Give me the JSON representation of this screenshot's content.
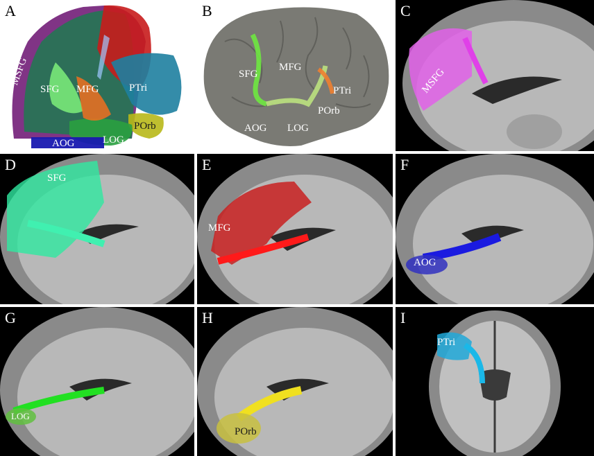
{
  "figure": {
    "background_color": "#000000",
    "panels": [
      {
        "id": "A",
        "letter": "A",
        "view": "3d-tracts-rendering",
        "regions": [
          "MSFG",
          "SFG",
          "MFG",
          "PTri",
          "POrb",
          "AOG",
          "LOG"
        ]
      },
      {
        "id": "B",
        "letter": "B",
        "view": "cortical-surface",
        "regions": [
          "SFG",
          "MFG",
          "PTri",
          "POrb",
          "AOG",
          "LOG"
        ]
      },
      {
        "id": "C",
        "letter": "C",
        "view": "sagittal-mri",
        "regions": [
          "MSFG"
        ],
        "tract_color": "#e040e8"
      },
      {
        "id": "D",
        "letter": "D",
        "view": "sagittal-mri",
        "regions": [
          "SFG"
        ],
        "tract_color": "#2ee8a0"
      },
      {
        "id": "E",
        "letter": "E",
        "view": "sagittal-mri",
        "regions": [
          "MFG"
        ],
        "tract_color": "#e81818"
      },
      {
        "id": "F",
        "letter": "F",
        "view": "sagittal-mri",
        "regions": [
          "AOG"
        ],
        "tract_color": "#1a1ae0"
      },
      {
        "id": "G",
        "letter": "G",
        "view": "sagittal-mri",
        "regions": [
          "LOG"
        ],
        "tract_color": "#22e022"
      },
      {
        "id": "H",
        "letter": "H",
        "view": "sagittal-mri",
        "regions": [
          "POrb"
        ],
        "tract_color": "#f0e020"
      },
      {
        "id": "I",
        "letter": "I",
        "view": "axial-mri",
        "regions": [
          "PTri"
        ],
        "tract_color": "#1ab8e8"
      }
    ]
  }
}
